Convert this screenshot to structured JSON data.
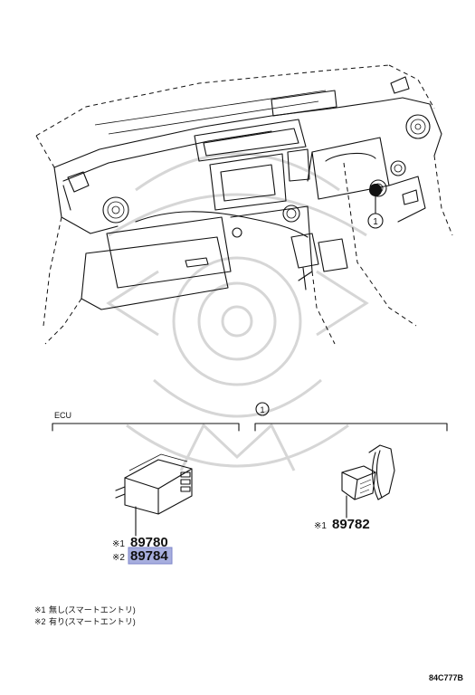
{
  "ecu_group": {
    "label": "ECU",
    "part_a": {
      "mark": "※1",
      "number": "89780"
    },
    "part_b": {
      "mark": "※2",
      "number": "89784"
    }
  },
  "callout_group": {
    "label": "1",
    "part": {
      "mark": "※1",
      "number": "89782"
    }
  },
  "dash_callout": "1",
  "notes": [
    {
      "mark": "※1",
      "text": "無し(スマートエントリ)"
    },
    {
      "mark": "※2",
      "text": "有り(スマートエントリ)"
    }
  ],
  "diagram_code": "84C777B",
  "colors": {
    "highlight": "#a7aede",
    "line": "#111111",
    "watermark": "#d6d6d6"
  }
}
